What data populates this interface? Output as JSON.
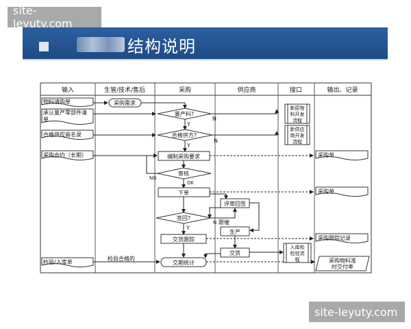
{
  "watermark": {
    "top": "site-leyuty.com",
    "bottom": "site-leyuty.com"
  },
  "header": {
    "title": "结构说明"
  },
  "columns": [
    "输入",
    "生管/技术/售后",
    "采购",
    "供应商",
    "接口",
    "输出、记录"
  ],
  "inputs": {
    "material_request": "物料请购单",
    "approve_list_1": "承认量产零部件清",
    "approve_list_2": "单",
    "qualified_supplier": "合格供应商名录",
    "purchase_contract": "采购合约（长期）",
    "inspection_doc": "检验/入库单"
  },
  "process": {
    "purchase_demand": "采购需求",
    "mass_production": "量产料?",
    "qualified_supplier_q": "合格供方?",
    "prepare_request": "编制采购要求",
    "review": "审核",
    "place_order": "下单",
    "sign_back": "签回?",
    "delivery_track": "交货跟踪",
    "delivery_stats": "交期统计",
    "inspect_pass": "检验合格的"
  },
  "supplier": {
    "review_sign": "评审回签",
    "production": "生产",
    "delivery": "交货"
  },
  "interfaces": {
    "new_material_1": "新原物",
    "new_material_2": "料开发",
    "new_material_3": "流程",
    "new_supplier_1": "新供应",
    "new_supplier_2": "商开发",
    "new_supplier_3": "流程",
    "storage_1": "入库和",
    "storage_2": "检验流",
    "storage_3": "程"
  },
  "outputs": {
    "purchase_order_1": "采购单",
    "purchase_order_2": "采购单",
    "tracking_record": "采购跟踪记录",
    "delivery_rate_1": "采购物料准",
    "delivery_rate_2": "时交付率"
  },
  "labels": {
    "n1": "N",
    "y1": "Y",
    "n2": "N",
    "y2": "Y",
    "ng": "NG",
    "ok": "OK",
    "n3": "N",
    "track": "跟催",
    "y3": "Y"
  }
}
